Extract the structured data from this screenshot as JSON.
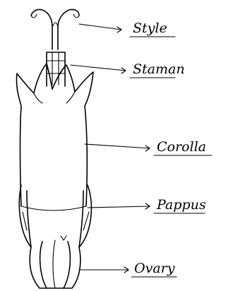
{
  "diagram": {
    "labels": {
      "style": "Style",
      "stamen": "Staman",
      "corolla": "Corolla",
      "pappus": "Pappus",
      "ovary": "Ovary"
    },
    "ink_color": "#000000"
  }
}
